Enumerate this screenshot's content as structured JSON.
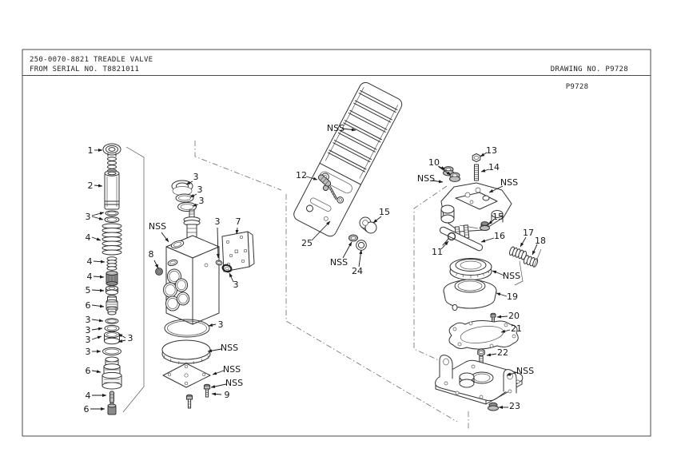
{
  "header": {
    "title_line1": "250-0070-8821 TREADLE VALVE",
    "title_line2": "FROM SERIAL NO. T8821011",
    "drawing_no": "DRAWING NO. P9728",
    "drawing_code": "P9728"
  },
  "labels": {
    "n1": "1",
    "n2": "2",
    "n3": "3",
    "n4": "4",
    "n5": "5",
    "n6": "6",
    "n7": "7",
    "n8": "8",
    "n9": "9",
    "n10": "10",
    "n11": "11",
    "n12": "12",
    "n13": "13",
    "n14": "14",
    "n15": "15",
    "n16": "16",
    "n17": "17",
    "n18": "18",
    "n19": "19",
    "n20": "20",
    "n21": "21",
    "n22": "22",
    "n23": "23",
    "n24": "24",
    "n25": "25",
    "nss": "NSS"
  },
  "colors": {
    "line": "#333333",
    "label": "#161616",
    "frame": "#4a4a4a",
    "background": "#ffffff",
    "dark_part": "#8b8b8b",
    "mid_part": "#bdbdbd"
  }
}
